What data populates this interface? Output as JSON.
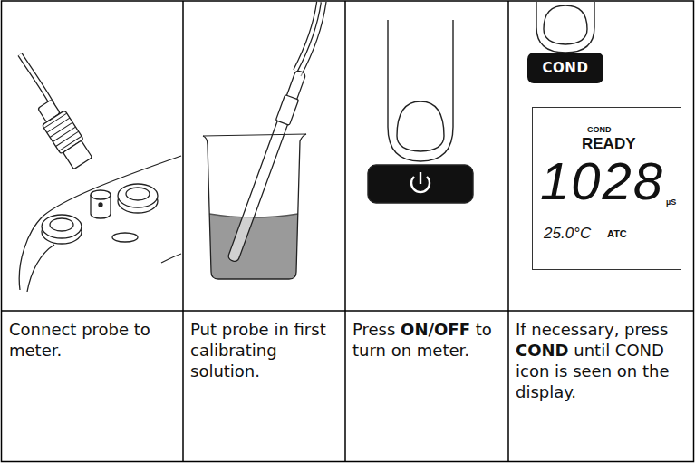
{
  "diagram": {
    "nodes": [
      {
        "text": [
          "COND"
        ]
      },
      {
        "text": [
          "COND",
          "READY",
          "1028",
          "µS",
          "25.0°C",
          "ATC"
        ]
      }
    ],
    "labels": [
      "Connect probe to meter.",
      "Put probe in first calibrating solution.",
      "Press",
      "ON/OFF",
      "to turn on meter.",
      "If necessary, press",
      "COND",
      "until COND icon is seen on the display."
    ]
  }
}
